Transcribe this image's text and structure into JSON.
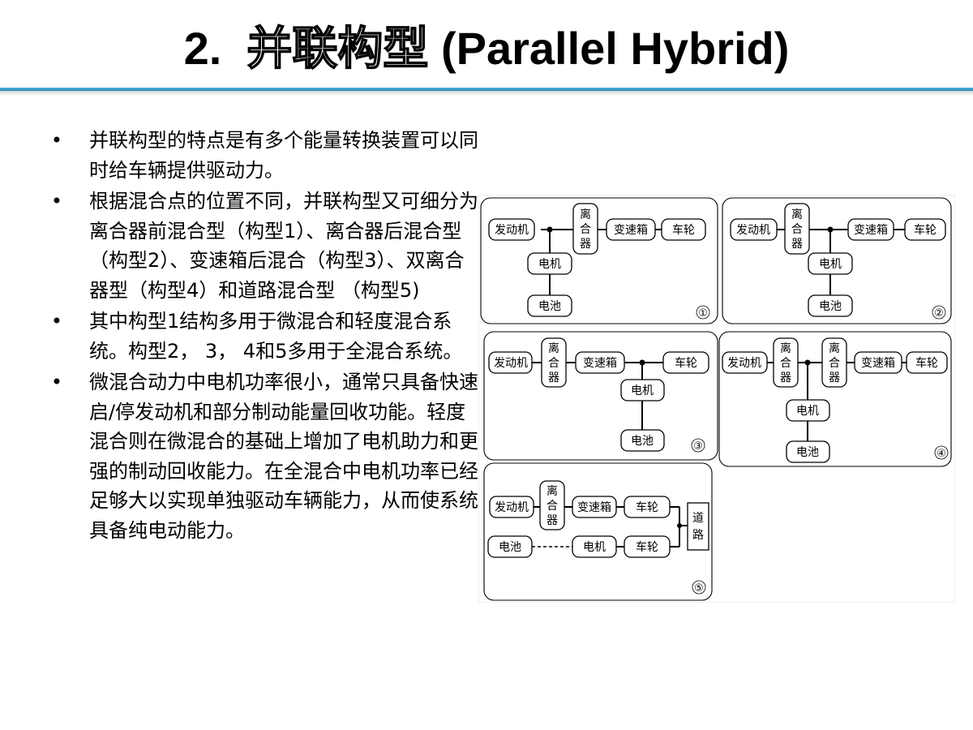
{
  "title": {
    "number": "2.",
    "chinese": "并联构型",
    "english": "(Parallel Hybrid)"
  },
  "bullets": [
    "并联构型的特点是有多个能量转换装置可以同时给车辆提供驱动力。",
    "根据混合点的位置不同，并联构型又可细分为离合器前混合型（构型1）、离合器后混合型（构型2）、变速箱后混合（构型3）、双离合器型（构型4）和道路混合型 （构型5)",
    "其中构型1结构多用于微混合和轻度混合系统。构型2， 3， 4和5多用于全混合系统。",
    "微混合动力中电机功率很小，通常只具备快速启/停发动机和部分制动能量回收功能。轻度混合则在微混合的基础上增加了电机助力和更强的制动回收能力。在全混合中电机功率已经足够大以实现单独驱动车辆能力，从而使系统具备纯电动能力。"
  ],
  "bullet_symbol": "•",
  "diagram": {
    "labels": {
      "engine": "发动机",
      "clutch": [
        "离",
        "合",
        "器"
      ],
      "gearbox": "变速箱",
      "wheel": "车轮",
      "motor": "电机",
      "battery": "电池",
      "road": [
        "道",
        "路"
      ]
    },
    "panel_numbers": [
      "①",
      "②",
      "③",
      "④",
      "⑤"
    ]
  }
}
